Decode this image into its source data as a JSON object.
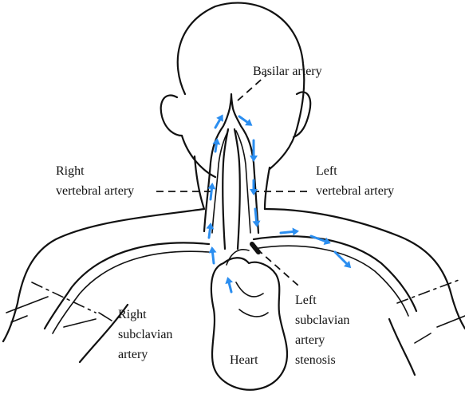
{
  "colors": {
    "line": "#111111",
    "flow_arrow": "#2b8ef0",
    "background": "#ffffff"
  },
  "labels": {
    "basilar": "Basilar artery",
    "right_vertebral_1": "Right",
    "right_vertebral_2": "vertebral artery",
    "left_vertebral_1": "Left",
    "left_vertebral_2": "vertebral artery",
    "right_subclavian_1": "Right",
    "right_subclavian_2": "subclavian",
    "right_subclavian_3": "artery",
    "left_subclavian_1": "Left",
    "left_subclavian_2": "subclavian",
    "left_subclavian_3": "artery",
    "left_subclavian_4": "stenosis",
    "heart": "Heart"
  }
}
